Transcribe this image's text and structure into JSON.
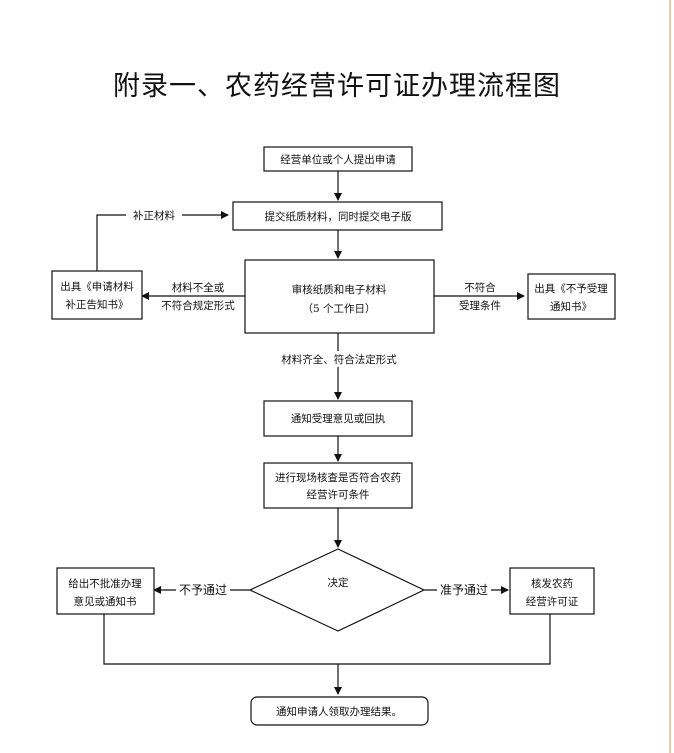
{
  "title": "附录一、农药经营许可证办理流程图",
  "nodes": {
    "apply": "经营单位或个人提出申请",
    "submit": "提交纸质材料，同时提交电子版",
    "review_line1": "审核纸质和电子材料",
    "review_line2": "（5 个工作日）",
    "supplement_line1": "出具《申请材料",
    "supplement_line2": "补正告知书》",
    "reject_notice_line1": "出具《不予受理",
    "reject_notice_line2": "通知书》",
    "accept": "通知受理意见或回执",
    "inspect_line1": "进行现场核查是否符合农药",
    "inspect_line2": "经营许可条件",
    "decision": "决定",
    "deny_line1": "给出不批准办理",
    "deny_line2": "意见或通知书",
    "issue_line1": "核发农药",
    "issue_line2": "经营许可证",
    "notify": "通知申请人领取办理结果。"
  },
  "labels": {
    "supplement_materials": "补正材料",
    "incomplete_line1": "材料不全或",
    "incomplete_line2": "不符合规定形式",
    "not_eligible_line1": "不符合",
    "not_eligible_line2": "受理条件",
    "complete": "材料齐全、符合法定形式",
    "not_approved": "不予通过",
    "approved": "准予通过"
  }
}
